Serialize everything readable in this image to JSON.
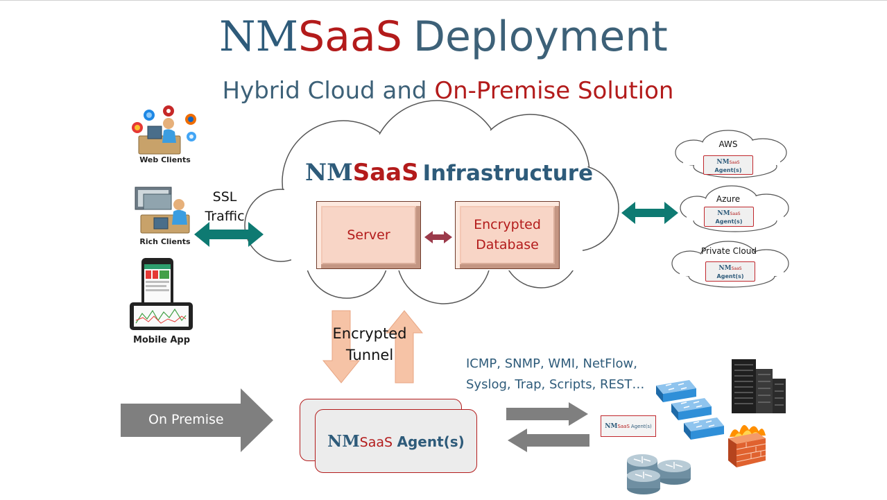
{
  "title": {
    "brand_nm": "NM",
    "brand_saas": "SaaS",
    "rest": "Deployment"
  },
  "subtitle": {
    "part1": "Hybrid Cloud and ",
    "part2": "On-Premise Solution"
  },
  "clients": {
    "web": "Web Clients",
    "rich": "Rich Clients",
    "mobile": "Mobile App"
  },
  "ssl": {
    "line1": "SSL",
    "line2": "Traffic"
  },
  "infrastructure": {
    "brand_nm": "NM",
    "brand_saas": "SaaS",
    "label": "Infrastructure",
    "server": "Server",
    "database_line1": "Encrypted",
    "database_line2": "Database"
  },
  "clouds": [
    {
      "name": "AWS"
    },
    {
      "name": "Azure"
    },
    {
      "name": "Private Cloud"
    }
  ],
  "mini_agent": {
    "nm": "NM",
    "saas": "SaaS",
    "agents": "Agent(s)"
  },
  "tunnel": {
    "line1": "Encrypted",
    "line2": "Tunnel"
  },
  "protocols": {
    "line1": "ICMP, SNMP, WMI, NetFlow,",
    "line2": "Syslog, Trap, Scripts, REST…"
  },
  "on_premise": "On Premise",
  "agent": {
    "nm": "NM",
    "saas": "SaaS",
    "agents": "Agent(s)"
  },
  "device_agent": {
    "nm": "NM",
    "saas": "SaaS",
    "agents": "Agent(s)"
  },
  "colors": {
    "brand_blue": "#2e5b7a",
    "brand_red": "#b31b1b",
    "teal_arrow": "#0e7a72",
    "peach": "#f8d5c6",
    "gray_arrow": "#7f7f7f",
    "switch_blue": "#2f8fd8"
  },
  "icons": {
    "web_clients": "web-clients-icon",
    "rich_clients": "rich-clients-icon",
    "mobile": "mobile-app-icon",
    "switch": "network-switch-icon",
    "server": "server-rack-icon",
    "firewall": "firewall-icon",
    "router": "router-icon"
  }
}
